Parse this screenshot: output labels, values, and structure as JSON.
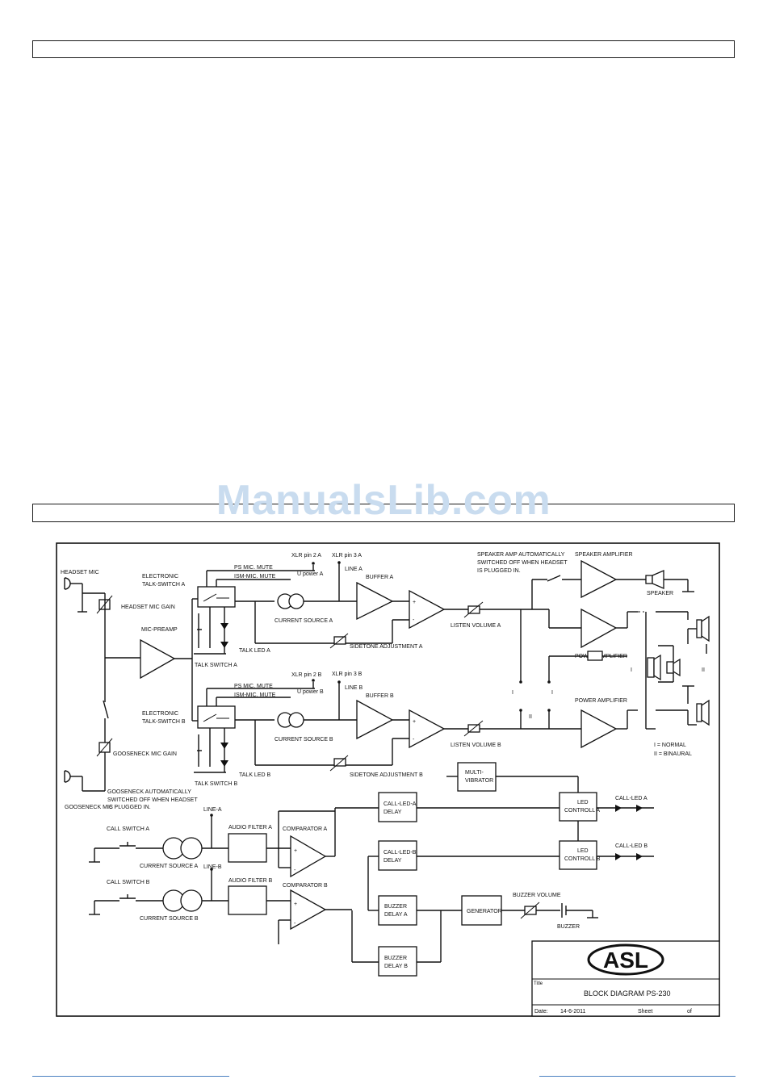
{
  "watermark": "ManualsLib.com",
  "diagram": {
    "labels": {
      "headset_mic": "HEADSET MIC",
      "headset_mic_gain": "HEADSET MIC GAIN",
      "mic_preamp": "MIC-PREAMP",
      "gooseneck_mic_gain": "GOOSENECK MIC GAIN",
      "gooseneck_note_1": "GOOSENECK AUTOMATICALLY",
      "gooseneck_note_2": "SWITCHED OFF WHEN HEADSET",
      "gooseneck_note_3": "IS PLUGGED IN.",
      "gooseneck_mic": "GOOSENECK MIC",
      "electronic_talk_switch_a_1": "ELECTRONIC",
      "electronic_talk_switch_a_2": "TALK-SWITCH A",
      "electronic_talk_switch_b_1": "ELECTRONIC",
      "electronic_talk_switch_b_2": "TALK-SWITCH B",
      "ps_mic_mute_a": "PS MIC. MUTE",
      "ism_mic_mute_a": "ISM-MIC. MUTE",
      "ps_mic_mute_b": "PS MIC. MUTE",
      "ism_mic_mute_b": "ISM-MIC. MUTE",
      "xlr_pin2_a": "XLR pin 2 A",
      "xlr_pin3_a": "XLR pin 3 A",
      "u_power_a": "U power A",
      "line_a": "LINE A",
      "xlr_pin2_b": "XLR pin 2 B",
      "xlr_pin3_b": "XLR pin 3 B",
      "u_power_b": "U power B",
      "line_b": "LINE B",
      "talk_led_a": "TALK LED A",
      "talk_switch_a": "TALK SWITCH A",
      "talk_led_b": "TALK LED B",
      "talk_switch_b": "TALK SWITCH B",
      "current_source_a": "CURRENT SOURCE A",
      "current_source_b": "CURRENT SOURCE B",
      "buffer_a": "BUFFER A",
      "buffer_b": "BUFFER B",
      "sidetone_a": "SIDETONE ADJUSTMENT A",
      "sidetone_b": "SIDETONE ADJUSTMENT B",
      "listen_volume_a": "LISTEN VOLUME A",
      "listen_volume_b": "LISTEN VOLUME B",
      "speaker_note_1": "SPEAKER AMP AUTOMATICALLY",
      "speaker_note_2": "SWITCHED OFF WHEN HEADSET",
      "speaker_note_3": "IS PLUGGED IN.",
      "speaker_amplifier": "SPEAKER AMPLIFIER",
      "speaker": "SPEAKER",
      "power_amplifier_1": "POWER AMPLIFIER",
      "power_amplifier_2": "POWER AMPLIFIER",
      "mode_i_1": "I",
      "mode_i_2": "I",
      "mode_ii_1": "II",
      "mode_ii_2": "II",
      "mode_ii_3": "II",
      "mode_i_normal": "I = NORMAL",
      "mode_ii_binaural": "II = BINAURAL",
      "multi_vibrator_1": "MULTI-",
      "multi_vibrator_2": "VIBRATOR",
      "led_controll_a_1": "LED",
      "led_controll_a_2": "CONTROLL A",
      "led_controll_b_1": "LED",
      "led_controll_b_2": "CONTROLL B",
      "call_led_a": "CALL-LED A",
      "call_led_b": "CALL-LED B",
      "call_led_a_delay_1": "CALL-LED-A",
      "call_led_a_delay_2": "DELAY",
      "call_led_b_delay_1": "CALL-LED-B",
      "call_led_b_delay_2": "DELAY",
      "call_switch_a": "CALL SWITCH A",
      "call_switch_b": "CALL SWITCH B",
      "line_dash_a": "LINE-A",
      "line_dash_b": "LINE-B",
      "audio_filter_a": "AUDIO FILTER A",
      "audio_filter_b": "AUDIO FILTER B",
      "comparator_a": "COMPARATOR A",
      "comparator_b": "COMPARATOR B",
      "current_source_a_lower": "CURRENT SOURCE A",
      "current_source_b_lower": "CURRENT SOURCE B",
      "buzzer_delay_a_1": "BUZZER",
      "buzzer_delay_a_2": "DELAY A",
      "buzzer_delay_b_1": "BUZZER",
      "buzzer_delay_b_2": "DELAY B",
      "generator": "GENERATOR",
      "buzzer_volume": "BUZZER VOLUME",
      "buzzer": "BUZZER"
    },
    "title_block": {
      "logo_text": "ASL",
      "title_label": "Title",
      "title": "BLOCK DIAGRAM PS-230",
      "date_label": "Date:",
      "date": "14-6-2011",
      "sheet_label": "Sheet",
      "of_label": "of"
    }
  }
}
